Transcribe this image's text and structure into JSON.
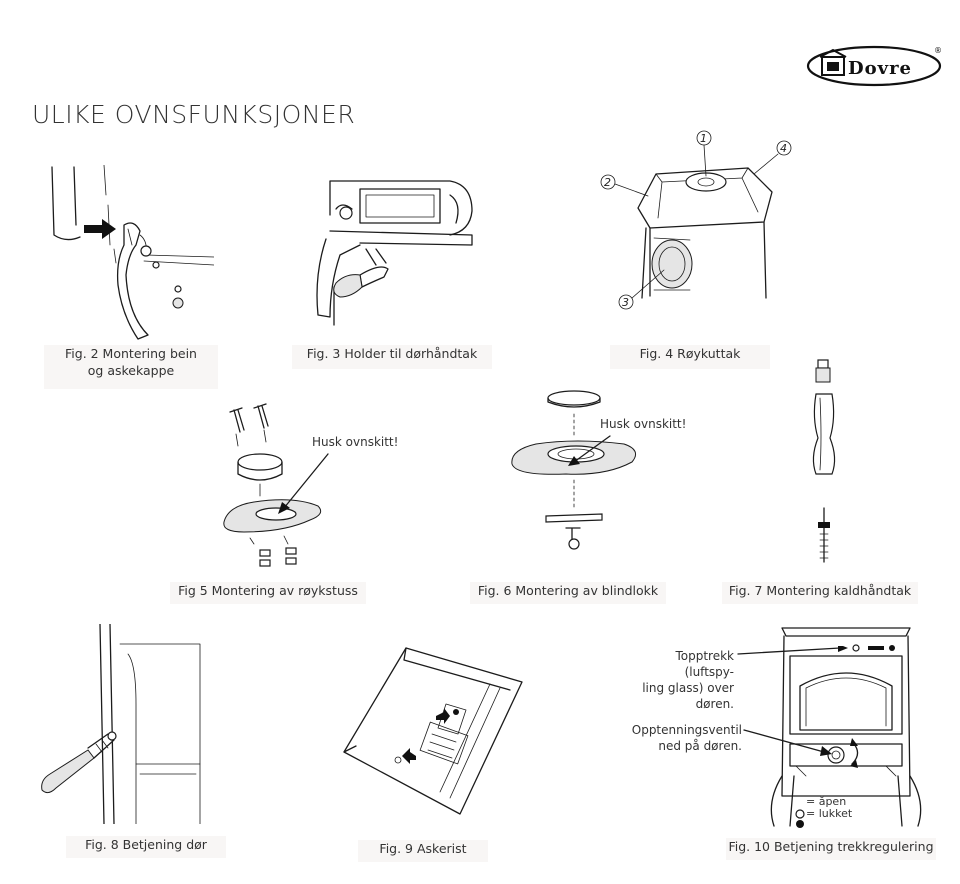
{
  "brand": {
    "logo_text": "Dovre",
    "registered": "®"
  },
  "page": {
    "title": "ULIKE OVNSFUNKSJONER"
  },
  "figures": {
    "fig2": {
      "caption_line1": "Fig. 2  Montering bein",
      "caption_line2": "og askekappe"
    },
    "fig3": {
      "caption": "Fig. 3  Holder til dørhåndtak"
    },
    "fig4": {
      "caption": "Fig. 4  Røykuttak",
      "labels": [
        "1",
        "2",
        "3",
        "4"
      ]
    },
    "fig5": {
      "caption": "Fig 5  Montering av røykstuss",
      "note": "Husk ovnskitt!"
    },
    "fig6": {
      "caption": "Fig. 6  Montering av blindlokk",
      "note": "Husk ovnskitt!"
    },
    "fig7": {
      "caption": "Fig. 7  Montering kaldhåndtak"
    },
    "fig8": {
      "caption": "Fig. 8  Betjening dør"
    },
    "fig9": {
      "caption": "Fig. 9  Askerist"
    },
    "fig10": {
      "caption": "Fig. 10 Betjening trekkregulering",
      "topptrekk": [
        "Topptrekk (luftspy-",
        "ling glass) over",
        "døren."
      ],
      "opptenning": [
        "Opptenningsventil",
        "ned på døren."
      ],
      "legend_open": "= åpen",
      "legend_closed": "= lukket"
    }
  },
  "colors": {
    "line": "#1c1c1c",
    "caption_bg": "#f8f6f5",
    "text": "#333333"
  }
}
